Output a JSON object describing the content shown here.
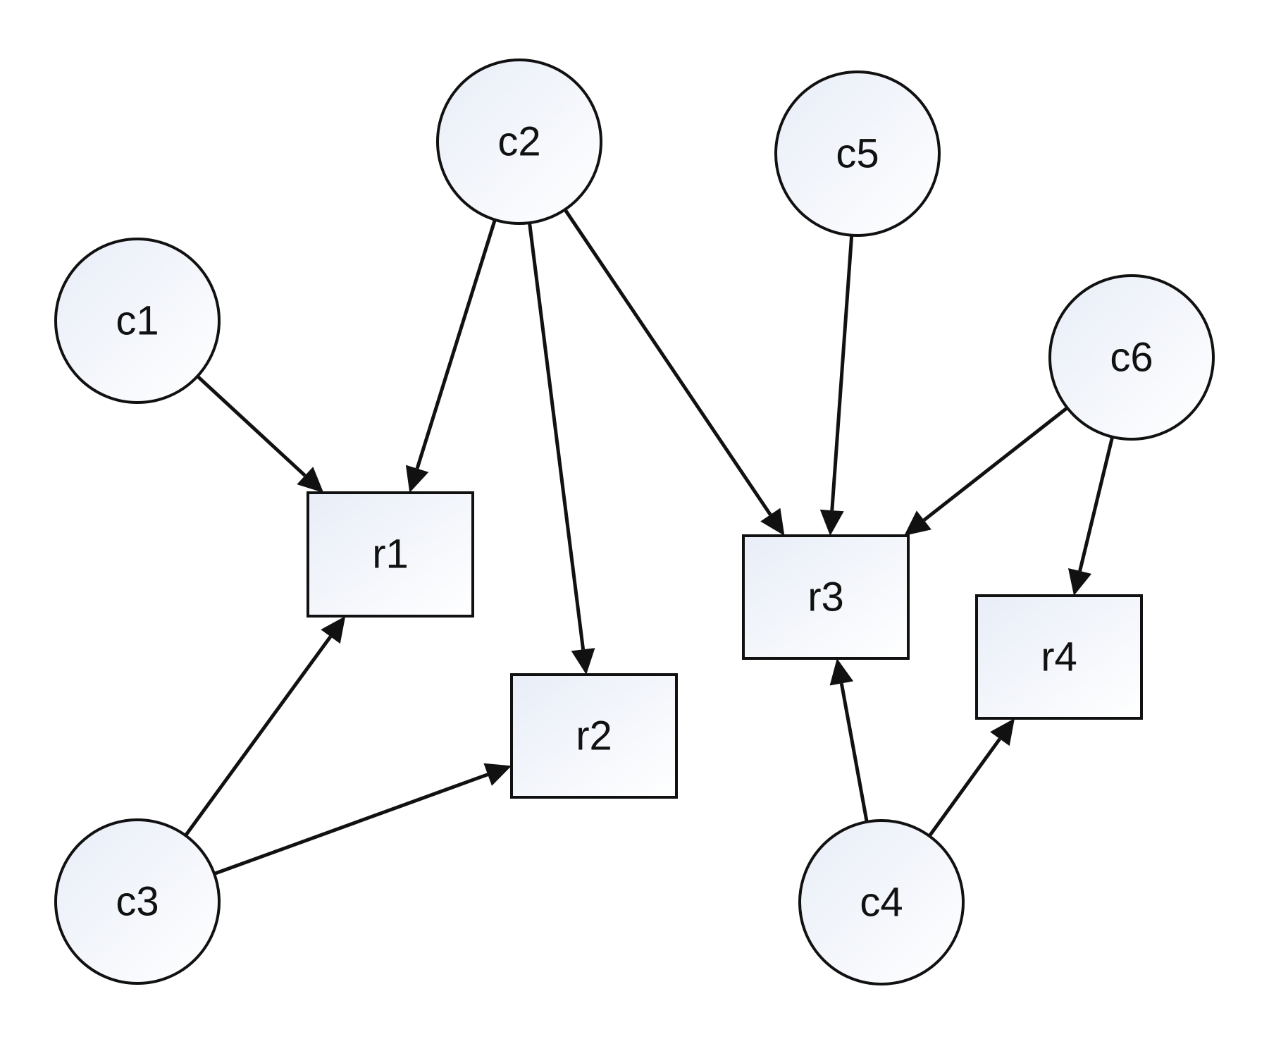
{
  "nodes": {
    "c1": {
      "label": "c1",
      "shape": "circle"
    },
    "c2": {
      "label": "c2",
      "shape": "circle"
    },
    "c3": {
      "label": "c3",
      "shape": "circle"
    },
    "c4": {
      "label": "c4",
      "shape": "circle"
    },
    "c5": {
      "label": "c5",
      "shape": "circle"
    },
    "c6": {
      "label": "c6",
      "shape": "circle"
    },
    "r1": {
      "label": "r1",
      "shape": "rectangle"
    },
    "r2": {
      "label": "r2",
      "shape": "rectangle"
    },
    "r3": {
      "label": "r3",
      "shape": "rectangle"
    },
    "r4": {
      "label": "r4",
      "shape": "rectangle"
    }
  },
  "edges": [
    {
      "from": "c1",
      "to": "r1"
    },
    {
      "from": "c2",
      "to": "r1"
    },
    {
      "from": "c2",
      "to": "r2"
    },
    {
      "from": "c2",
      "to": "r3"
    },
    {
      "from": "c3",
      "to": "r1"
    },
    {
      "from": "c3",
      "to": "r2"
    },
    {
      "from": "c4",
      "to": "r3"
    },
    {
      "from": "c4",
      "to": "r4"
    },
    {
      "from": "c5",
      "to": "r3"
    },
    {
      "from": "c6",
      "to": "r3"
    },
    {
      "from": "c6",
      "to": "r4"
    }
  ],
  "colors": {
    "stroke": "#111111",
    "fill_light": "#ffffff",
    "fill_tint": "#e8edf7"
  }
}
